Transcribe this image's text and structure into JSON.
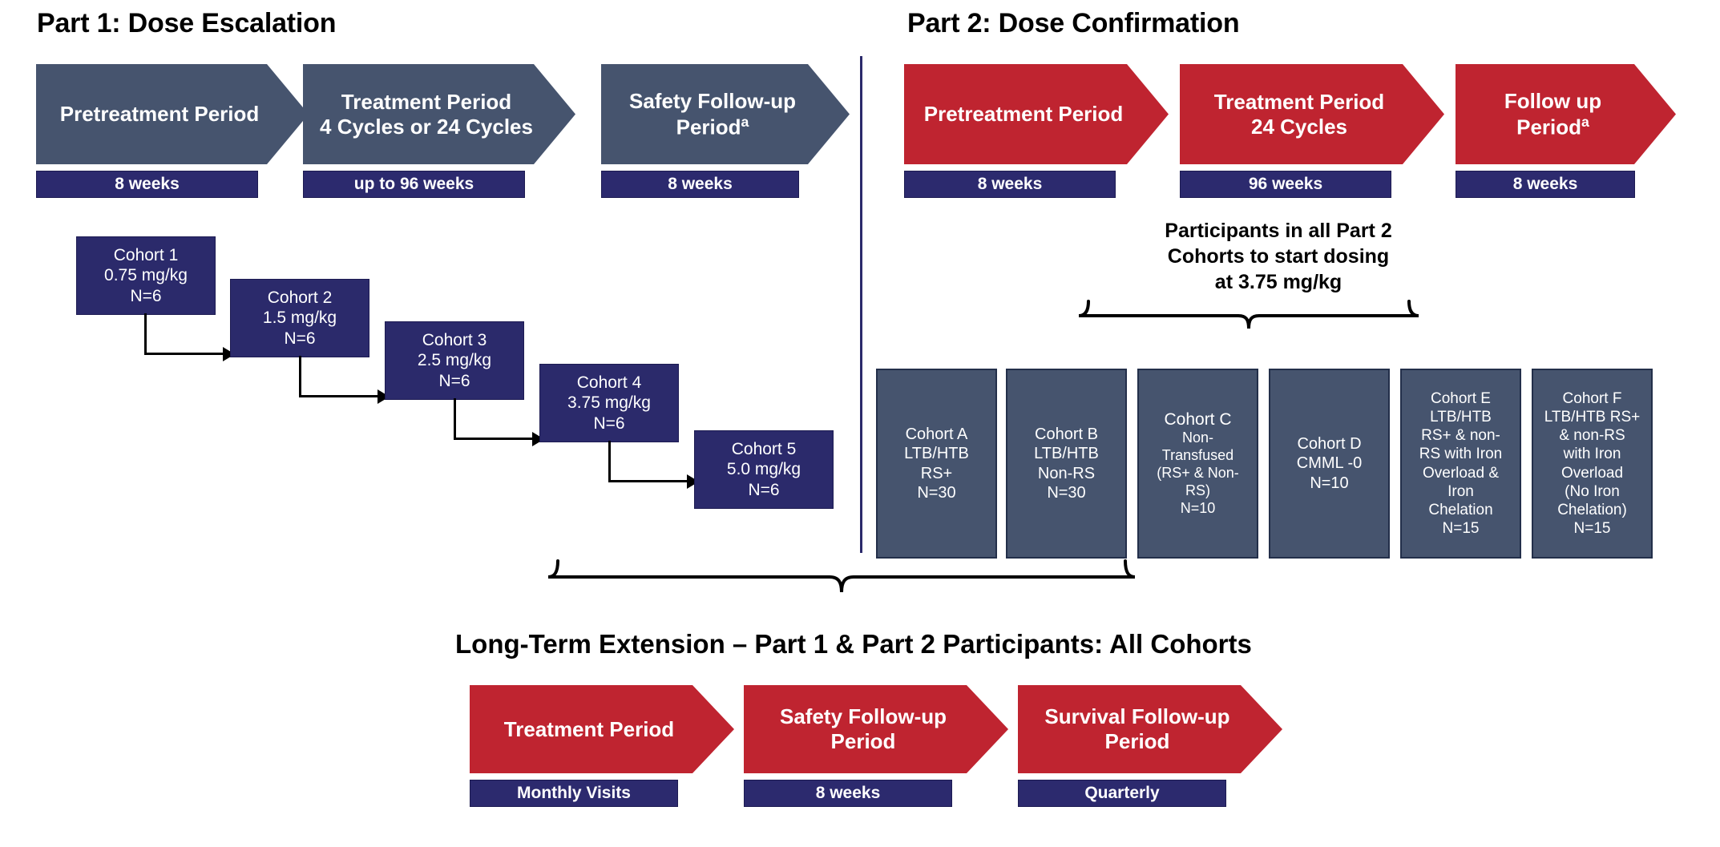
{
  "colors": {
    "slate": "#46546e",
    "red": "#bf2430",
    "navy": "#2c2a6e",
    "cohort_navy": "#2b2a6b",
    "text_white": "#ffffff",
    "text_black": "#000000",
    "background": "#ffffff"
  },
  "part1": {
    "title": "Part 1: Dose Escalation",
    "phases": [
      {
        "label_line1": "Pretreatment Period",
        "label_line2": "",
        "duration": "8 weeks",
        "footnote": ""
      },
      {
        "label_line1": "Treatment Period",
        "label_line2": "4 Cycles or 24 Cycles",
        "duration": "up to 96 weeks",
        "footnote": ""
      },
      {
        "label_line1": "Safety Follow-up",
        "label_line2": "Period",
        "duration": "8 weeks",
        "footnote": "a"
      }
    ],
    "cohorts": [
      {
        "name": "Cohort 1",
        "dose": "0.75 mg/kg",
        "n": "N=6"
      },
      {
        "name": "Cohort 2",
        "dose": "1.5 mg/kg",
        "n": "N=6"
      },
      {
        "name": "Cohort 3",
        "dose": "2.5 mg/kg",
        "n": "N=6"
      },
      {
        "name": "Cohort 4",
        "dose": "3.75 mg/kg",
        "n": "N=6"
      },
      {
        "name": "Cohort 5",
        "dose": "5.0 mg/kg",
        "n": "N=6"
      }
    ]
  },
  "part2": {
    "title": "Part 2: Dose Confirmation",
    "phases": [
      {
        "label_line1": "Pretreatment Period",
        "label_line2": "",
        "duration": "8 weeks",
        "footnote": ""
      },
      {
        "label_line1": "Treatment Period",
        "label_line2": "24  Cycles",
        "duration": "96 weeks",
        "footnote": ""
      },
      {
        "label_line1": "Follow up",
        "label_line2": "Period",
        "duration": "8 weeks",
        "footnote": "a"
      }
    ],
    "note": "Participants in all Part 2\nCohorts to start dosing\nat 3.75 mg/kg",
    "note_lines": [
      "Participants in all Part 2",
      "Cohorts to start dosing",
      "at 3.75 mg/kg"
    ],
    "cohorts": [
      {
        "id": "A",
        "lines": [
          "Cohort A",
          "LTB/HTB",
          "RS+",
          "N=30"
        ]
      },
      {
        "id": "B",
        "lines": [
          "Cohort B",
          "LTB/HTB",
          "Non-RS",
          "N=30"
        ]
      },
      {
        "id": "C",
        "lines": [
          "Cohort C",
          "Non-",
          "Transfused",
          "(RS+ & Non-",
          "RS)",
          "N=10"
        ]
      },
      {
        "id": "D",
        "lines": [
          "Cohort D",
          "CMML -0",
          "N=10"
        ]
      },
      {
        "id": "E",
        "lines": [
          "Cohort E",
          "LTB/HTB",
          "RS+ & non-",
          "RS with Iron",
          "Overload &",
          "Iron",
          "Chelation",
          "N=15"
        ]
      },
      {
        "id": "F",
        "lines": [
          "Cohort F",
          "LTB/HTB RS+",
          "& non-RS",
          "with Iron",
          "Overload",
          "(No Iron",
          "Chelation)",
          "N=15"
        ]
      }
    ]
  },
  "lte": {
    "title": "Long-Term Extension – Part 1 & Part 2 Participants: All Cohorts",
    "phases": [
      {
        "label_line1": "Treatment Period",
        "label_line2": "",
        "duration": "Monthly Visits"
      },
      {
        "label_line1": "Safety Follow-up",
        "label_line2": "Period",
        "duration": "8 weeks"
      },
      {
        "label_line1": "Survival Follow-up",
        "label_line2": "Period",
        "duration": "Quarterly"
      }
    ]
  }
}
